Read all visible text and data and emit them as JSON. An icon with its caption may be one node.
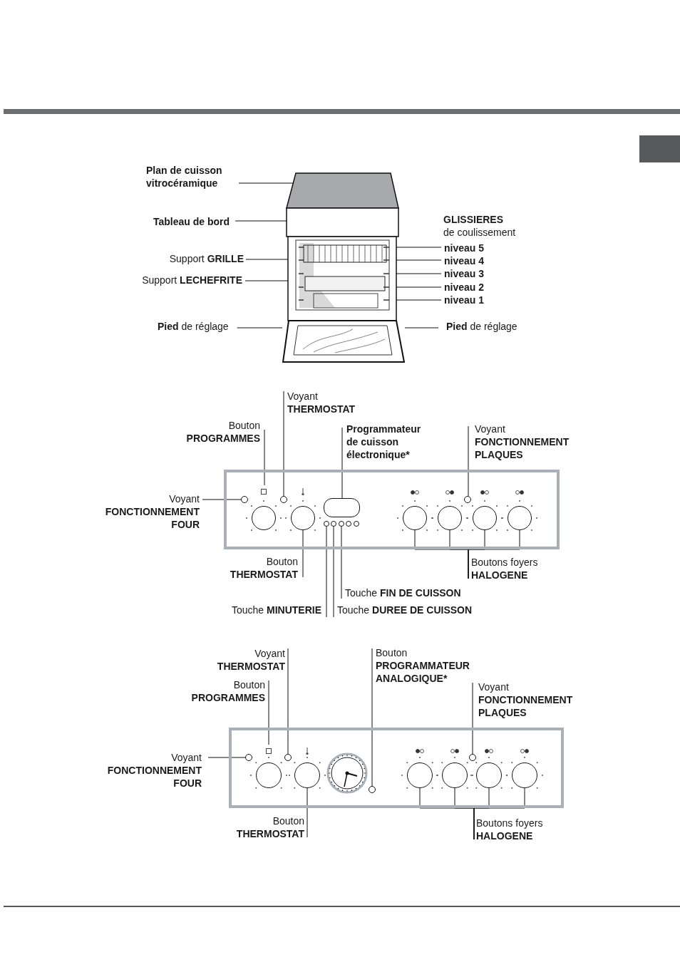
{
  "diagram": {
    "nodes": [
      {
        "text": [
          "Plan de cuisson vitrocéramique"
        ]
      },
      {
        "text": [
          "Tableau de bord"
        ]
      },
      {
        "text": [
          "Support **GRILLE**"
        ]
      },
      {
        "text": [
          "Support **LECHEFRITE**"
        ]
      },
      {
        "text": [
          "**Pied** de réglage"
        ]
      },
      {
        "text": [
          "niveau 5"
        ]
      },
      {
        "text": [
          "niveau 4"
        ]
      },
      {
        "text": [
          "niveau 3"
        ]
      },
      {
        "text": [
          "niveau 2"
        ]
      },
      {
        "text": [
          "niveau 1"
        ]
      },
      {
        "text": [
          "**Pied** de réglage"
        ]
      },
      {
        "text": [],
        "shape": "box"
      },
      {
        "text": [],
        "shape": "circle",
        "in": 11
      },
      {
        "text": [],
        "shape": "circle",
        "in": 11
      },
      {
        "text": [],
        "shape": "circle",
        "in": 11
      },
      {
        "text": [],
        "shape": "circle",
        "in": 11
      },
      {
        "text": [],
        "shape": "box",
        "in": 11
      },
      {
        "text": [],
        "shape": "circle",
        "in": 11
      },
      {
        "text": [],
        "shape": "circle",
        "in": 11
      },
      {
        "text": [],
        "shape": "circle",
        "in": 11
      },
      {
        "text": [],
        "shape": "circle",
        "in": 11
      },
      {
        "text": [],
        "shape": "circle",
        "in": 11
      },
      {
        "text": [],
        "shape": "circle",
        "in": 11
      },
      {
        "text": [],
        "shape": "circle",
        "in": 11
      },
      {
        "text": [],
        "shape": "circle",
        "in": 11
      },
      {
        "text": [],
        "shape": "circle",
        "in": 11
      },
      {
        "text": [],
        "shape": "circle",
        "in": 11
      },
      {
        "text": [
          "Voyant",
          "THERMOSTAT"
        ]
      },
      {
        "text": [
          "Bouton",
          "PROGRAMMES"
        ]
      },
      {
        "text": [
          "Programmateur de cuisson électronique*"
        ]
      },
      {
        "text": [
          "Voyant",
          "FONCTIONNEMENT PLAQUES"
        ]
      },
      {
        "text": [
          "Voyant",
          "FONCTIONNEMENT FOUR"
        ]
      },
      {
        "text": [
          "Bouton",
          "THERMOSTAT"
        ]
      },
      {
        "text": [
          "Boutons foyers",
          "HALOGENE"
        ]
      },
      {
        "text": [
          "Touche **FIN DE CUISSON**"
        ]
      },
      {
        "text": [
          "Touche **MINUTERIE**"
        ]
      },
      {
        "text": [
          "Touche **DUREE DE CUISSON**"
        ]
      },
      {
        "text": [],
        "shape": "box"
      },
      {
        "text": [],
        "shape": "circle",
        "in": 37
      },
      {
        "text": [],
        "shape": "circle",
        "in": 37
      },
      {
        "text": [],
        "shape": "circle",
        "in": 37
      },
      {
        "text": [],
        "shape": "circle",
        "in": 37
      },
      {
        "text": [],
        "shape": "circle",
        "in": 37
      },
      {
        "text": [],
        "shape": "circle",
        "in": 37
      },
      {
        "text": [],
        "shape": "circle",
        "in": 37
      },
      {
        "text": [],
        "shape": "circle",
        "in": 37
      },
      {
        "text": [],
        "shape": "circle",
        "in": 37
      },
      {
        "text": [],
        "shape": "circle",
        "in": 37
      },
      {
        "text": [
          "Voyant",
          "THERMOSTAT"
        ]
      },
      {
        "text": [
          "Bouton",
          "PROGRAMMATEUR ANALOGIQUE*"
        ]
      },
      {
        "text": [
          "Bouton",
          "PROGRAMMES"
        ]
      },
      {
        "text": [
          "Voyant",
          "FONCTIONNEMENT PLAQUES"
        ]
      },
      {
        "text": [
          "Voyant",
          "FONCTIONNEMENT FOUR"
        ]
      },
      {
        "text": [
          "Bouton",
          "THERMOSTAT"
        ]
      },
      {
        "text": [
          "Boutons foyers",
          "HALOGENE"
        ]
      },
      {
        "text": [],
        "shape": "picture"
      }
    ],
    "edges": [
      {
        "from": 0,
        "to": 55,
        "arrow": "none"
      },
      {
        "from": 1,
        "to": 55,
        "arrow": "none"
      },
      {
        "from": 2,
        "to": 55,
        "arrow": "none"
      },
      {
        "from": 3,
        "to": 55,
        "arrow": "none"
      },
      {
        "from": 4,
        "to": 55,
        "arrow": "none"
      },
      {
        "from": 5,
        "to": 55,
        "arrow": "none"
      },
      {
        "from": 6,
        "to": 55,
        "arrow": "none"
      },
      {
        "from": 7,
        "to": 55,
        "arrow": "none"
      },
      {
        "from": 8,
        "to": 55,
        "arrow": "none"
      },
      {
        "from": 9,
        "to": 55,
        "arrow": "none"
      },
      {
        "from": 10,
        "to": 55,
        "arrow": "none"
      },
      {
        "from": 27,
        "to": 14,
        "arrow": "none"
      },
      {
        "from": 28,
        "to": null,
        "arrow": "none"
      },
      {
        "from": 29,
        "to": 16,
        "arrow": "none"
      },
      {
        "from": 30,
        "to": 24,
        "arrow": "none"
      },
      {
        "from": 31,
        "to": 12,
        "arrow": "none"
      },
      {
        "from": 32,
        "to": 15,
        "arrow": "none"
      },
      {
        "from": 33,
        "to": 22,
        "arrow": "none"
      },
      {
        "from": 33,
        "to": 23,
        "arrow": "none"
      },
      {
        "from": 33,
        "to": 25,
        "arrow": "none"
      },
      {
        "from": 33,
        "to": 26,
        "arrow": "none"
      },
      {
        "from": 34,
        "to": 19,
        "arrow": "none"
      },
      {
        "from": 35,
        "to": 17,
        "arrow": "none"
      },
      {
        "from": 36,
        "to": 18,
        "arrow": "none"
      },
      {
        "from": 48,
        "to": 40,
        "arrow": "none"
      },
      {
        "from": 49,
        "to": 42,
        "arrow": "none"
      },
      {
        "from": 50,
        "to": null,
        "arrow": "none"
      },
      {
        "from": 51,
        "to": 45,
        "arrow": "none"
      },
      {
        "from": 52,
        "to": 38,
        "arrow": "none"
      },
      {
        "from": 53,
        "to": 41,
        "arrow": "none"
      },
      {
        "from": 54,
        "to": 43,
        "arrow": "none"
      },
      {
        "from": 54,
        "to": 44,
        "arrow": "none"
      },
      {
        "from": 54,
        "to": 46,
        "arrow": "none"
      },
      {
        "from": 54,
        "to": 47,
        "arrow": "none"
      }
    ],
    "labels": [
      "GLISSIERES",
      "de coulissement"
    ]
  }
}
